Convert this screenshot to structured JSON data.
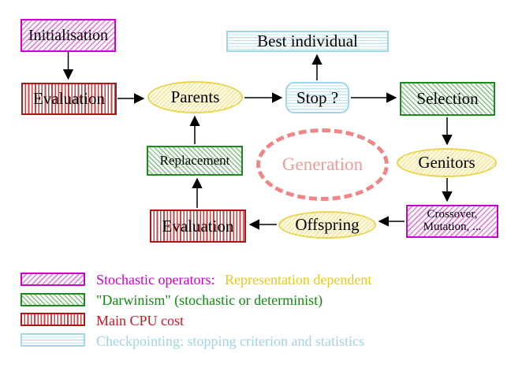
{
  "nodes": {
    "initialisation": "Initialisation",
    "evaluation_top": "Evaluation",
    "parents": "Parents",
    "stop": "Stop ?",
    "best_individual": "Best individual",
    "selection": "Selection",
    "genitors": "Genitors",
    "crossover_line1": "Crossover,",
    "crossover_line2": "Mutation, ...",
    "offspring": "Offspring",
    "evaluation_bottom": "Evaluation",
    "replacement": "Replacement",
    "generation": "Generation"
  },
  "legend": {
    "stochastic_label": "Stochastic operators:",
    "stochastic_suffix": "Representation dependent",
    "darwinism_label": "\"Darwinism\" (stochastic or determinist)",
    "cpu_label": "Main CPU cost",
    "checkpointing_label": "Checkpointing: stopping criterion and statistics"
  },
  "colors": {
    "magenta": "#cc00cc",
    "green": "#1e8a1e",
    "red": "#b01515",
    "light_blue": "#a2d5ea",
    "yellow_border": "#e9d44f",
    "coral": "#f08080",
    "gold_text": "#e8c71e",
    "text": "#000000"
  }
}
